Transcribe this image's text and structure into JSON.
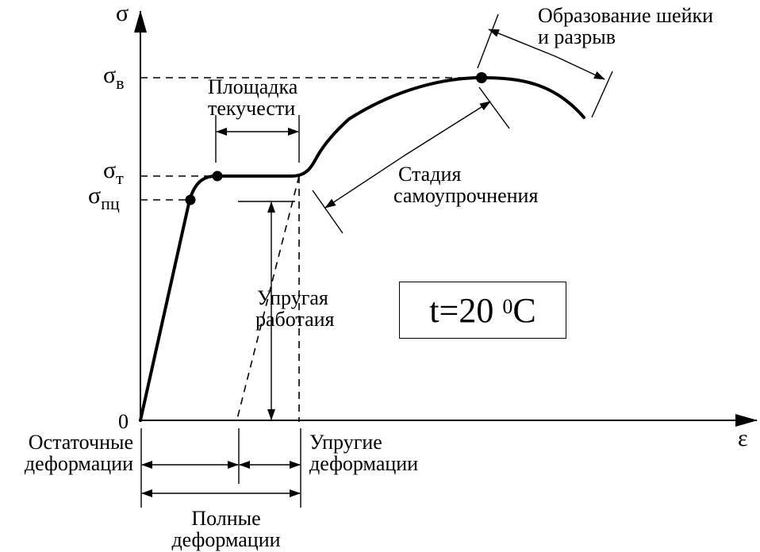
{
  "axes": {
    "y_label": "σ",
    "x_label": "ε",
    "origin": "0"
  },
  "y_levels": {
    "sigma_b": {
      "symbol": "σ",
      "subscript": "в"
    },
    "sigma_t": {
      "symbol": "σ",
      "subscript": "т"
    },
    "sigma_pc": {
      "symbol": "σ",
      "subscript": "пц"
    }
  },
  "labels": {
    "necking": [
      "Образование шейки",
      "и разрыв"
    ],
    "yield_plateau": [
      "Площадка",
      "текучести"
    ],
    "hardening": [
      "Стадия",
      "самоупрочнения"
    ],
    "elastic_work": [
      "Упругая",
      "работаия"
    ],
    "residual": [
      "Остаточные",
      "деформации"
    ],
    "elastic_def": [
      "Упругие",
      "деформации"
    ],
    "total": [
      "Полные",
      "деформации"
    ]
  },
  "temperature": {
    "prefix": "t=20 ",
    "degree": "0",
    "unit": "C"
  }
}
